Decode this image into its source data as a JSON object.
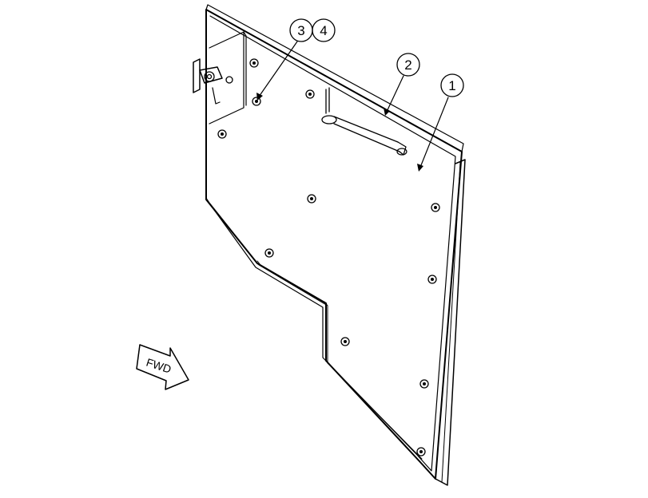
{
  "callouts": [
    {
      "id": "c1",
      "label": "1"
    },
    {
      "id": "c2",
      "label": "2"
    },
    {
      "id": "c3",
      "label": "3"
    },
    {
      "id": "c4",
      "label": "4"
    }
  ],
  "direction_arrow": {
    "label": "FWD"
  },
  "colors": {
    "ink": "#000000",
    "background": "#ffffff"
  }
}
